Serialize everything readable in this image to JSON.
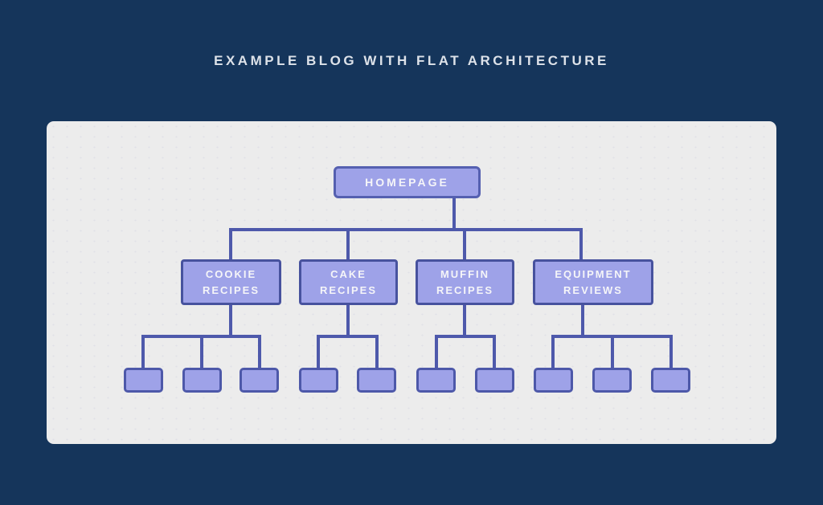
{
  "title": "EXAMPLE BLOG WITH FLAT ARCHITECTURE",
  "colors": {
    "background": "#15355B",
    "card": "#ECECEC",
    "node-fill": "#9EA2E8",
    "node-border": "#4E59AB",
    "root-border": "#5560B0",
    "category-border": "#47529E",
    "leaf-border": "#4D58A9",
    "connector": "#4E59AB",
    "node-text": "#F5F5F8",
    "title-text": "#DDE2E9"
  },
  "diagram": {
    "type": "site-architecture-tree",
    "depth": 3,
    "root": {
      "label": "HOMEPAGE"
    },
    "categories": [
      {
        "label": "COOKIE RECIPES",
        "page_count": 3
      },
      {
        "label": "CAKE RECIPES",
        "page_count": 2
      },
      {
        "label": "MUFFIN RECIPES",
        "page_count": 2
      },
      {
        "label": "EQUIPMENT REVIEWS",
        "page_count": 3
      }
    ],
    "total_leaf_pages": 10
  }
}
